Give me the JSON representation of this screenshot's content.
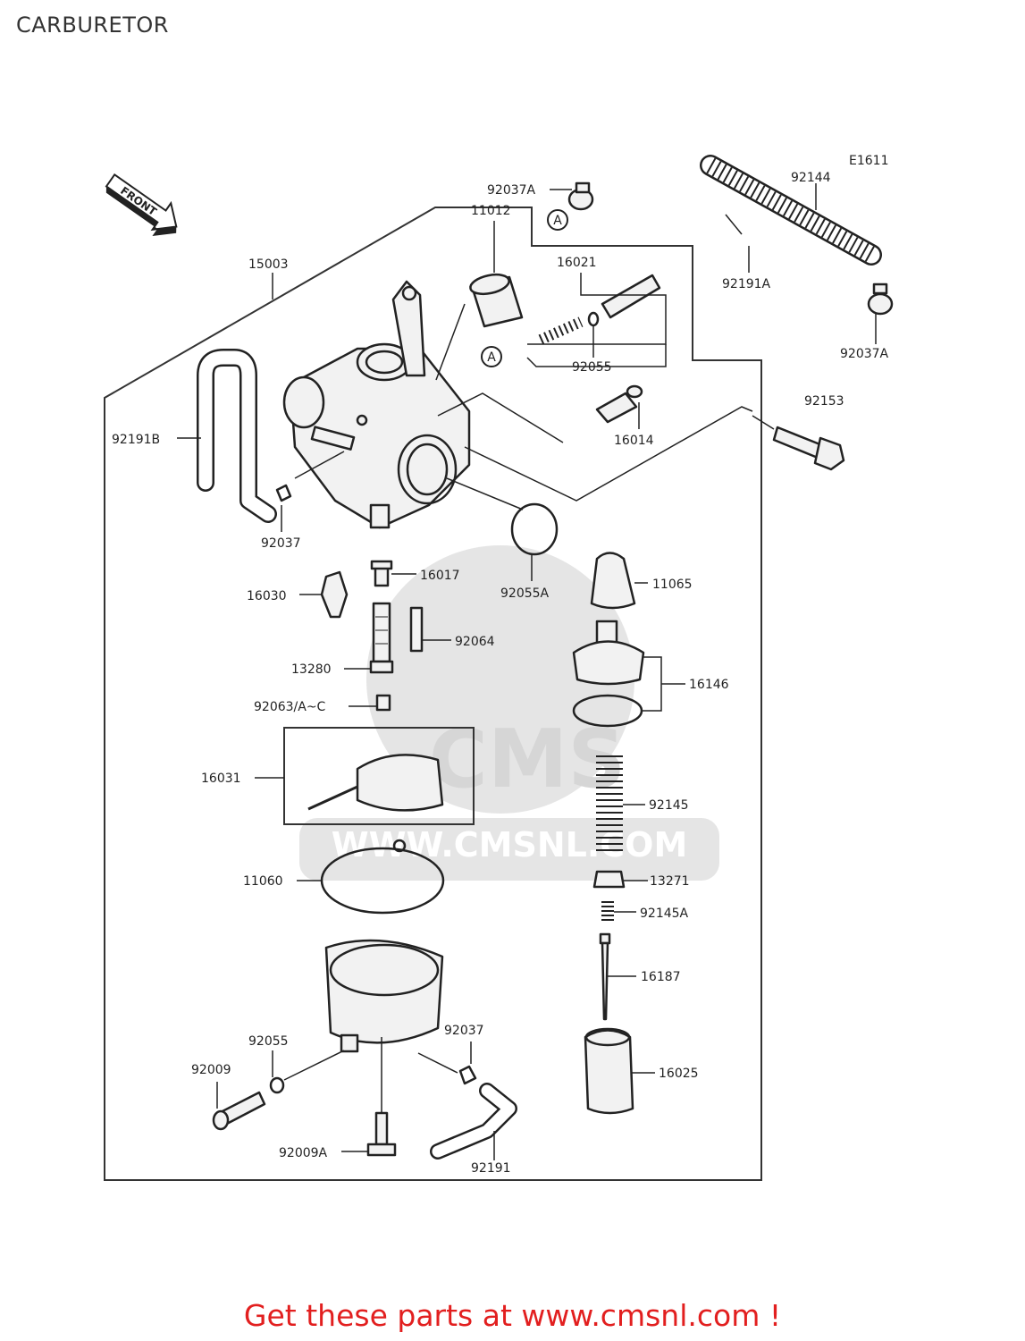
{
  "header": {
    "title": "CARBURETOR"
  },
  "diagram": {
    "code": "E1611",
    "front_label": "FRONT",
    "ref_marker": "A",
    "watermark": {
      "brand": "CMS",
      "url": "WWW.CMSNL.COM"
    },
    "callouts": {
      "p92037A_top": "92037A",
      "p92144": "92144",
      "p11012": "11012",
      "p15003": "15003",
      "p16021": "16021",
      "p92191A": "92191A",
      "p92037A_right": "92037A",
      "p92055_top": "92055",
      "p92153": "92153",
      "p92191B": "92191B",
      "p16014": "16014",
      "p92037_left": "92037",
      "p16017": "16017",
      "p16030": "16030",
      "p92055A": "92055A",
      "p11065": "11065",
      "p92064": "92064",
      "p13280": "13280",
      "p16146": "16146",
      "p92063": "92063/A~C",
      "p16031": "16031",
      "p92145": "92145",
      "p11060": "11060",
      "p13271": "13271",
      "p92145A": "92145A",
      "p16187": "16187",
      "p92037_bottom": "92037",
      "p92055_bottom": "92055",
      "p92009": "92009",
      "p16025": "16025",
      "p92009A": "92009A",
      "p92191": "92191"
    }
  },
  "footer": {
    "cta": "Get these parts at www.cmsnl.com !"
  }
}
